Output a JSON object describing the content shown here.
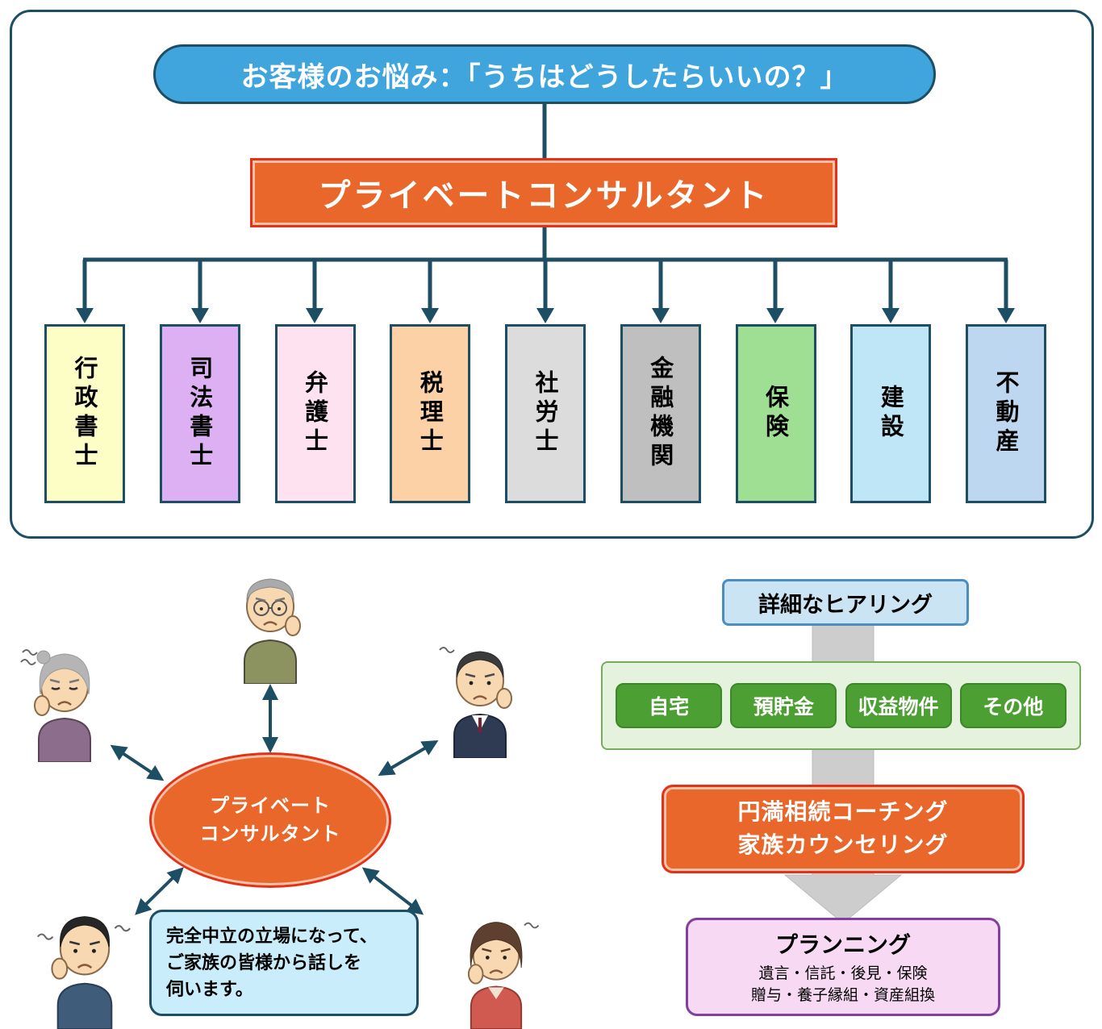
{
  "top_chart": {
    "title": "お客様のお悩み：「うちはどうしたらいいの？」",
    "consultant_label": "プライベートコンサルタント",
    "specialists": [
      {
        "label": "行政書士",
        "color": "#FDFDC6"
      },
      {
        "label": "司法書士",
        "color": "#DCB0F2"
      },
      {
        "label": "弁護士",
        "color": "#FFE2EF"
      },
      {
        "label": "税理士",
        "color": "#FDD1A6"
      },
      {
        "label": "社労士",
        "color": "#DCDCDC"
      },
      {
        "label": "金融機関",
        "color": "#BFBFBF"
      },
      {
        "label": "保険",
        "color": "#9FDF93"
      },
      {
        "label": "建設",
        "color": "#BEE6F7"
      },
      {
        "label": "不動産",
        "color": "#BDD7F0"
      }
    ]
  },
  "hub": {
    "consultant_line1": "プライベート",
    "consultant_line2": "コンサルタント",
    "note_lines": [
      "完全中立の立場になって、",
      "ご家族の皆様から話しを",
      "伺います。"
    ],
    "people": [
      "elderly-man",
      "elderly-woman",
      "businessman",
      "young-man",
      "middle-aged-woman"
    ]
  },
  "flow": {
    "hearing_label": "詳細なヒアリング",
    "assets": [
      "自宅",
      "預貯金",
      "収益物件",
      "その他"
    ],
    "coaching_lines": [
      "円満相続コーチング",
      "家族カウンセリング"
    ],
    "planning_title": "プランニング",
    "planning_lines": [
      "遺言・信託・後見・保険",
      "贈与・養子縁組・資産組換"
    ]
  },
  "colors": {
    "line_teal": "#1D4E63",
    "accent_orange": "#E9672B",
    "accent_red_border": "#E63118",
    "pill_blue": "#3FA5DC",
    "green_button": "#4C9F33",
    "gray_arrow": "#CDCDCD"
  }
}
